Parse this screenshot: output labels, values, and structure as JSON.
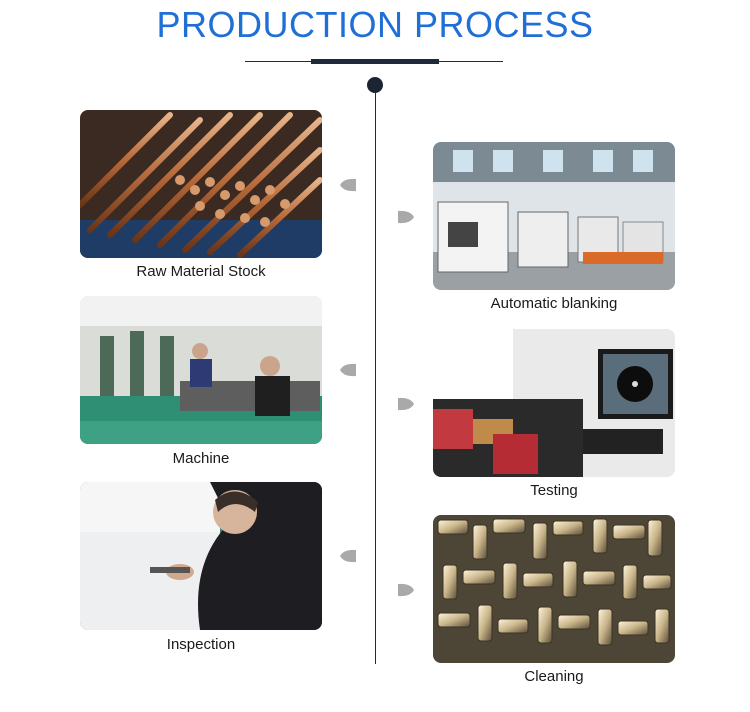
{
  "header": {
    "title": "PRODUCTION PROCESS"
  },
  "steps": [
    {
      "caption": "Raw Material Stock",
      "icon": "copper-rods-photo"
    },
    {
      "caption": "Automatic blanking",
      "icon": "factory-lathe-photo"
    },
    {
      "caption": "Machine",
      "icon": "workshop-machines-photo"
    },
    {
      "caption": "Testing",
      "icon": "inspection-monitor-photo"
    },
    {
      "caption": "Inspection",
      "icon": "worker-inspecting-photo"
    },
    {
      "caption": "Cleaning",
      "icon": "brass-parts-photo"
    }
  ],
  "colors": {
    "title": "#1f6fd6",
    "line": "#2a2a2a",
    "marker": "#a9a9a9"
  }
}
